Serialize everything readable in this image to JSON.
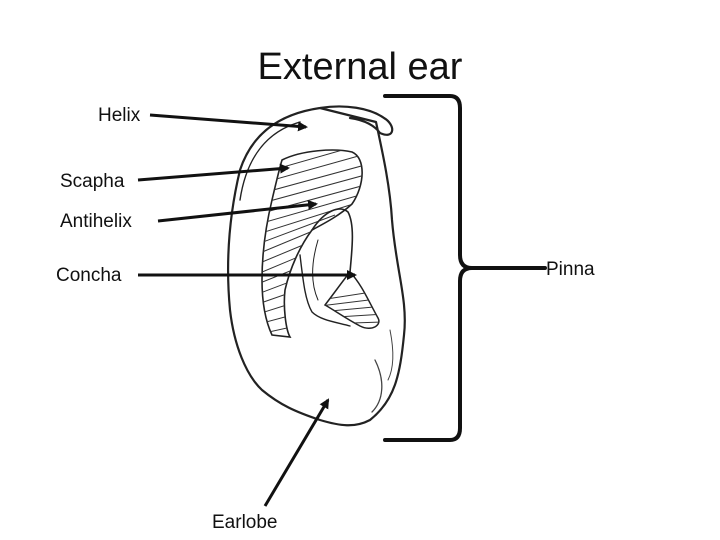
{
  "title": "External ear",
  "labels": {
    "helix": "Helix",
    "scapha": "Scapha",
    "antihelix": "Antihelix",
    "concha": "Concha",
    "pinna": "Pinna",
    "earlobe": "Earlobe"
  },
  "colors": {
    "ink": "#111111",
    "background": "#ffffff"
  }
}
